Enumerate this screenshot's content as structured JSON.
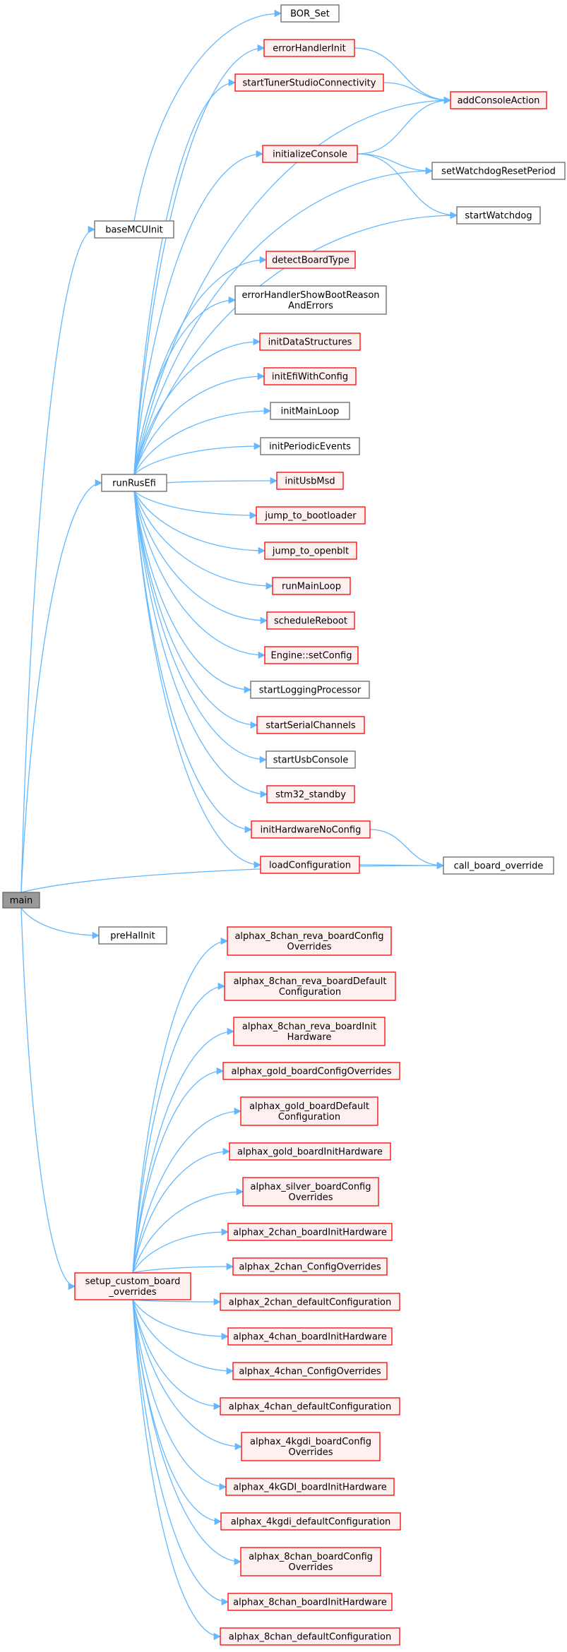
{
  "root": {
    "id": "main",
    "label": "main"
  },
  "nodes": [
    {
      "id": "baseMCUInit",
      "lines": [
        "baseMCUInit"
      ],
      "color": "black"
    },
    {
      "id": "runRusEfi",
      "lines": [
        "runRusEfi"
      ],
      "color": "black"
    },
    {
      "id": "preHalInit",
      "lines": [
        "preHalInit"
      ],
      "color": "black"
    },
    {
      "id": "setup_custom_board_overrides",
      "lines": [
        "setup_custom_board",
        "_overrides"
      ],
      "color": "red"
    },
    {
      "id": "call_board_override",
      "lines": [
        "call_board_override"
      ],
      "color": "black"
    },
    {
      "id": "BOR_Set",
      "lines": [
        "BOR_Set"
      ],
      "color": "black"
    },
    {
      "id": "errorHandlerInit",
      "lines": [
        "errorHandlerInit"
      ],
      "color": "red"
    },
    {
      "id": "startTunerStudioConnectivity",
      "lines": [
        "startTunerStudioConnectivity"
      ],
      "color": "red"
    },
    {
      "id": "addConsoleAction",
      "lines": [
        "addConsoleAction"
      ],
      "color": "red"
    },
    {
      "id": "initializeConsole",
      "lines": [
        "initializeConsole"
      ],
      "color": "red"
    },
    {
      "id": "setWatchdogResetPeriod",
      "lines": [
        "setWatchdogResetPeriod"
      ],
      "color": "black"
    },
    {
      "id": "startWatchdog",
      "lines": [
        "startWatchdog"
      ],
      "color": "black"
    },
    {
      "id": "detectBoardType",
      "lines": [
        "detectBoardType"
      ],
      "color": "red"
    },
    {
      "id": "errorHandlerShowBootReasonAndErrors",
      "lines": [
        "errorHandlerShowBootReason",
        "AndErrors"
      ],
      "color": "black"
    },
    {
      "id": "initDataStructures",
      "lines": [
        "initDataStructures"
      ],
      "color": "red"
    },
    {
      "id": "initEfiWithConfig",
      "lines": [
        "initEfiWithConfig"
      ],
      "color": "red"
    },
    {
      "id": "initMainLoop",
      "lines": [
        "initMainLoop"
      ],
      "color": "black"
    },
    {
      "id": "initPeriodicEvents",
      "lines": [
        "initPeriodicEvents"
      ],
      "color": "black"
    },
    {
      "id": "initUsbMsd",
      "lines": [
        "initUsbMsd"
      ],
      "color": "red"
    },
    {
      "id": "jump_to_bootloader",
      "lines": [
        "jump_to_bootloader"
      ],
      "color": "red"
    },
    {
      "id": "jump_to_openblt",
      "lines": [
        "jump_to_openblt"
      ],
      "color": "red"
    },
    {
      "id": "runMainLoop",
      "lines": [
        "runMainLoop"
      ],
      "color": "red"
    },
    {
      "id": "scheduleReboot",
      "lines": [
        "scheduleReboot"
      ],
      "color": "red"
    },
    {
      "id": "Engine_setConfig",
      "lines": [
        "Engine::setConfig"
      ],
      "color": "red"
    },
    {
      "id": "startLoggingProcessor",
      "lines": [
        "startLoggingProcessor"
      ],
      "color": "black"
    },
    {
      "id": "startSerialChannels",
      "lines": [
        "startSerialChannels"
      ],
      "color": "red"
    },
    {
      "id": "startUsbConsole",
      "lines": [
        "startUsbConsole"
      ],
      "color": "black"
    },
    {
      "id": "stm32_standby",
      "lines": [
        "stm32_standby"
      ],
      "color": "red"
    },
    {
      "id": "initHardwareNoConfig",
      "lines": [
        "initHardwareNoConfig"
      ],
      "color": "red"
    },
    {
      "id": "loadConfiguration",
      "lines": [
        "loadConfiguration"
      ],
      "color": "red"
    },
    {
      "id": "a8r_cfg",
      "lines": [
        "alphax_8chan_reva_boardConfig",
        "Overrides"
      ],
      "color": "red"
    },
    {
      "id": "a8r_def",
      "lines": [
        "alphax_8chan_reva_boardDefault",
        "Configuration"
      ],
      "color": "red"
    },
    {
      "id": "a8r_init",
      "lines": [
        "alphax_8chan_reva_boardInit",
        "Hardware"
      ],
      "color": "red"
    },
    {
      "id": "gold_cfg",
      "lines": [
        "alphax_gold_boardConfigOverrides"
      ],
      "color": "red"
    },
    {
      "id": "gold_def",
      "lines": [
        "alphax_gold_boardDefault",
        "Configuration"
      ],
      "color": "red"
    },
    {
      "id": "gold_init",
      "lines": [
        "alphax_gold_boardInitHardware"
      ],
      "color": "red"
    },
    {
      "id": "silver_cfg",
      "lines": [
        "alphax_silver_boardConfig",
        "Overrides"
      ],
      "color": "red"
    },
    {
      "id": "c2_init",
      "lines": [
        "alphax_2chan_boardInitHardware"
      ],
      "color": "red"
    },
    {
      "id": "c2_cfg",
      "lines": [
        "alphax_2chan_ConfigOverrides"
      ],
      "color": "red"
    },
    {
      "id": "c2_def",
      "lines": [
        "alphax_2chan_defaultConfiguration"
      ],
      "color": "red"
    },
    {
      "id": "c4_init",
      "lines": [
        "alphax_4chan_boardInitHardware"
      ],
      "color": "red"
    },
    {
      "id": "c4_cfg",
      "lines": [
        "alphax_4chan_ConfigOverrides"
      ],
      "color": "red"
    },
    {
      "id": "c4_def",
      "lines": [
        "alphax_4chan_defaultConfiguration"
      ],
      "color": "red"
    },
    {
      "id": "kgdi_cfg",
      "lines": [
        "alphax_4kgdi_boardConfig",
        "Overrides"
      ],
      "color": "red"
    },
    {
      "id": "kgdi_init",
      "lines": [
        "alphax_4kGDI_boardInitHardware"
      ],
      "color": "red"
    },
    {
      "id": "kgdi_def",
      "lines": [
        "alphax_4kgdi_defaultConfiguration"
      ],
      "color": "red"
    },
    {
      "id": "c8_cfg",
      "lines": [
        "alphax_8chan_boardConfig",
        "Overrides"
      ],
      "color": "red"
    },
    {
      "id": "c8_init",
      "lines": [
        "alphax_8chan_boardInitHardware"
      ],
      "color": "red"
    },
    {
      "id": "c8_def",
      "lines": [
        "alphax_8chan_defaultConfiguration"
      ],
      "color": "red"
    }
  ],
  "edges": [
    [
      "main",
      "baseMCUInit"
    ],
    [
      "main",
      "runRusEfi"
    ],
    [
      "main",
      "call_board_override"
    ],
    [
      "main",
      "preHalInit"
    ],
    [
      "main",
      "setup_custom_board_overrides"
    ],
    [
      "baseMCUInit",
      "BOR_Set"
    ],
    [
      "runRusEfi",
      "errorHandlerInit"
    ],
    [
      "runRusEfi",
      "startTunerStudioConnectivity"
    ],
    [
      "runRusEfi",
      "addConsoleAction"
    ],
    [
      "runRusEfi",
      "initializeConsole"
    ],
    [
      "runRusEfi",
      "setWatchdogResetPeriod"
    ],
    [
      "runRusEfi",
      "startWatchdog"
    ],
    [
      "runRusEfi",
      "detectBoardType"
    ],
    [
      "runRusEfi",
      "errorHandlerShowBootReasonAndErrors"
    ],
    [
      "runRusEfi",
      "initDataStructures"
    ],
    [
      "runRusEfi",
      "initEfiWithConfig"
    ],
    [
      "runRusEfi",
      "initMainLoop"
    ],
    [
      "runRusEfi",
      "initPeriodicEvents"
    ],
    [
      "runRusEfi",
      "initUsbMsd"
    ],
    [
      "runRusEfi",
      "jump_to_bootloader"
    ],
    [
      "runRusEfi",
      "jump_to_openblt"
    ],
    [
      "runRusEfi",
      "runMainLoop"
    ],
    [
      "runRusEfi",
      "scheduleReboot"
    ],
    [
      "runRusEfi",
      "Engine_setConfig"
    ],
    [
      "runRusEfi",
      "startLoggingProcessor"
    ],
    [
      "runRusEfi",
      "startSerialChannels"
    ],
    [
      "runRusEfi",
      "startUsbConsole"
    ],
    [
      "runRusEfi",
      "stm32_standby"
    ],
    [
      "runRusEfi",
      "initHardwareNoConfig"
    ],
    [
      "runRusEfi",
      "loadConfiguration"
    ],
    [
      "errorHandlerInit",
      "addConsoleAction"
    ],
    [
      "startTunerStudioConnectivity",
      "addConsoleAction"
    ],
    [
      "initializeConsole",
      "addConsoleAction"
    ],
    [
      "initializeConsole",
      "setWatchdogResetPeriod"
    ],
    [
      "initializeConsole",
      "startWatchdog"
    ],
    [
      "initHardwareNoConfig",
      "call_board_override"
    ],
    [
      "loadConfiguration",
      "call_board_override"
    ],
    [
      "setup_custom_board_overrides",
      "a8r_cfg"
    ],
    [
      "setup_custom_board_overrides",
      "a8r_def"
    ],
    [
      "setup_custom_board_overrides",
      "a8r_init"
    ],
    [
      "setup_custom_board_overrides",
      "gold_cfg"
    ],
    [
      "setup_custom_board_overrides",
      "gold_def"
    ],
    [
      "setup_custom_board_overrides",
      "gold_init"
    ],
    [
      "setup_custom_board_overrides",
      "silver_cfg"
    ],
    [
      "setup_custom_board_overrides",
      "c2_init"
    ],
    [
      "setup_custom_board_overrides",
      "c2_cfg"
    ],
    [
      "setup_custom_board_overrides",
      "c2_def"
    ],
    [
      "setup_custom_board_overrides",
      "c4_init"
    ],
    [
      "setup_custom_board_overrides",
      "c4_cfg"
    ],
    [
      "setup_custom_board_overrides",
      "c4_def"
    ],
    [
      "setup_custom_board_overrides",
      "kgdi_cfg"
    ],
    [
      "setup_custom_board_overrides",
      "kgdi_init"
    ],
    [
      "setup_custom_board_overrides",
      "kgdi_def"
    ],
    [
      "setup_custom_board_overrides",
      "c8_cfg"
    ],
    [
      "setup_custom_board_overrides",
      "c8_init"
    ],
    [
      "setup_custom_board_overrides",
      "c8_def"
    ]
  ],
  "colors": {
    "edge": "#63b8ff",
    "red_border": "#ff0000",
    "red_fill": "#fff0f0",
    "black_border": "#666666",
    "root_fill": "#999999"
  }
}
